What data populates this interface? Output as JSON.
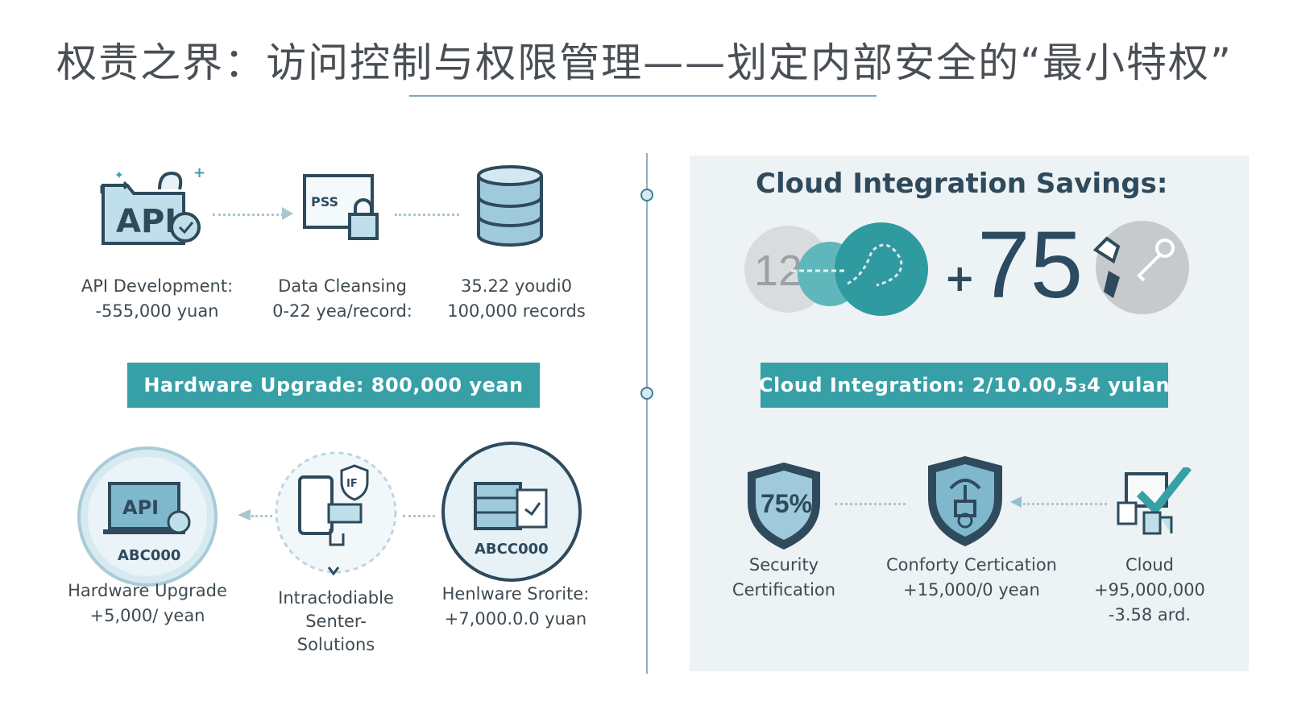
{
  "title": "权责之界：访问控制与权限管理——划定内部安全的“最小特权”",
  "left": {
    "top_row": [
      {
        "icon": "api-gear-icon",
        "api_text": "API",
        "line1": "API Development:",
        "line2": "-555,000 yuan"
      },
      {
        "icon": "password-lock-icon",
        "pss_text": "PSS",
        "line1": "Data Cleansing",
        "line2": "0-22 yea/record:"
      },
      {
        "icon": "database-icon",
        "line1": "35.22 youdi0",
        "line2": "100,000 records"
      }
    ],
    "banner": "Hardware Upgrade: 800,000 yean",
    "bottom_row": [
      {
        "icon": "laptop-api-icon",
        "api_text": "API",
        "code": "ABC000",
        "line1": "Hardware Upgrade",
        "line2": "+5,000/ yean"
      },
      {
        "icon": "phone-shield-icon",
        "badge": "IF",
        "line1": "Intracłodiable",
        "line2": "Senter-",
        "line3": "Solutions"
      },
      {
        "icon": "server-rack-icon",
        "code": "ABCC000",
        "line1": "Henlware Srorite:",
        "line2": "+7,000.0.0 yuan"
      }
    ]
  },
  "right": {
    "title": "Cloud Integration Savings:",
    "hero_small": "12",
    "plus": "+",
    "big_number": "75",
    "banner": "Cloud Integration: 2/10.00,5₃4 yulan",
    "items": [
      {
        "icon": "shield-percent-icon",
        "badge": "75%",
        "line1": "Security",
        "line2": "Certification"
      },
      {
        "icon": "shield-hand-icon",
        "line1": "Conforty Certication",
        "line2": "+15,000/0 yean"
      },
      {
        "icon": "cloud-check-icon",
        "line1": "Cloud",
        "line2": "+95,000,000",
        "line3": "-3.58 ard."
      }
    ]
  },
  "colors": {
    "teal": "#37a0a6",
    "navy": "#2c4a60",
    "light_blue": "#bfe0ea",
    "panel": "#edf2f5"
  }
}
